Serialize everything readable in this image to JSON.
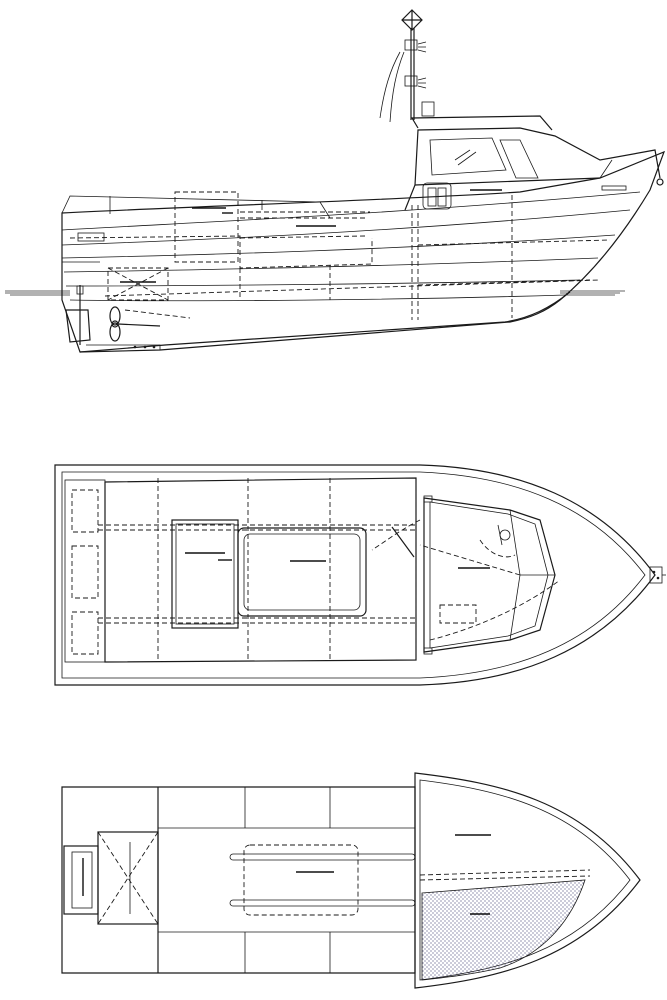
{
  "drawing": {
    "title": "",
    "views": [
      {
        "id": "profile",
        "name": ""
      },
      {
        "id": "deck-plan",
        "name": ""
      },
      {
        "id": "accommodation-plan",
        "name": ""
      }
    ],
    "labels": []
  },
  "colors": {
    "line": "#1a1a1a",
    "background": "#ffffff",
    "stipple": "#4a4a7a"
  },
  "icons": [
    "radar-mast-icon",
    "propeller-icon",
    "rudder-icon",
    "anchor-fitting-icon"
  ]
}
